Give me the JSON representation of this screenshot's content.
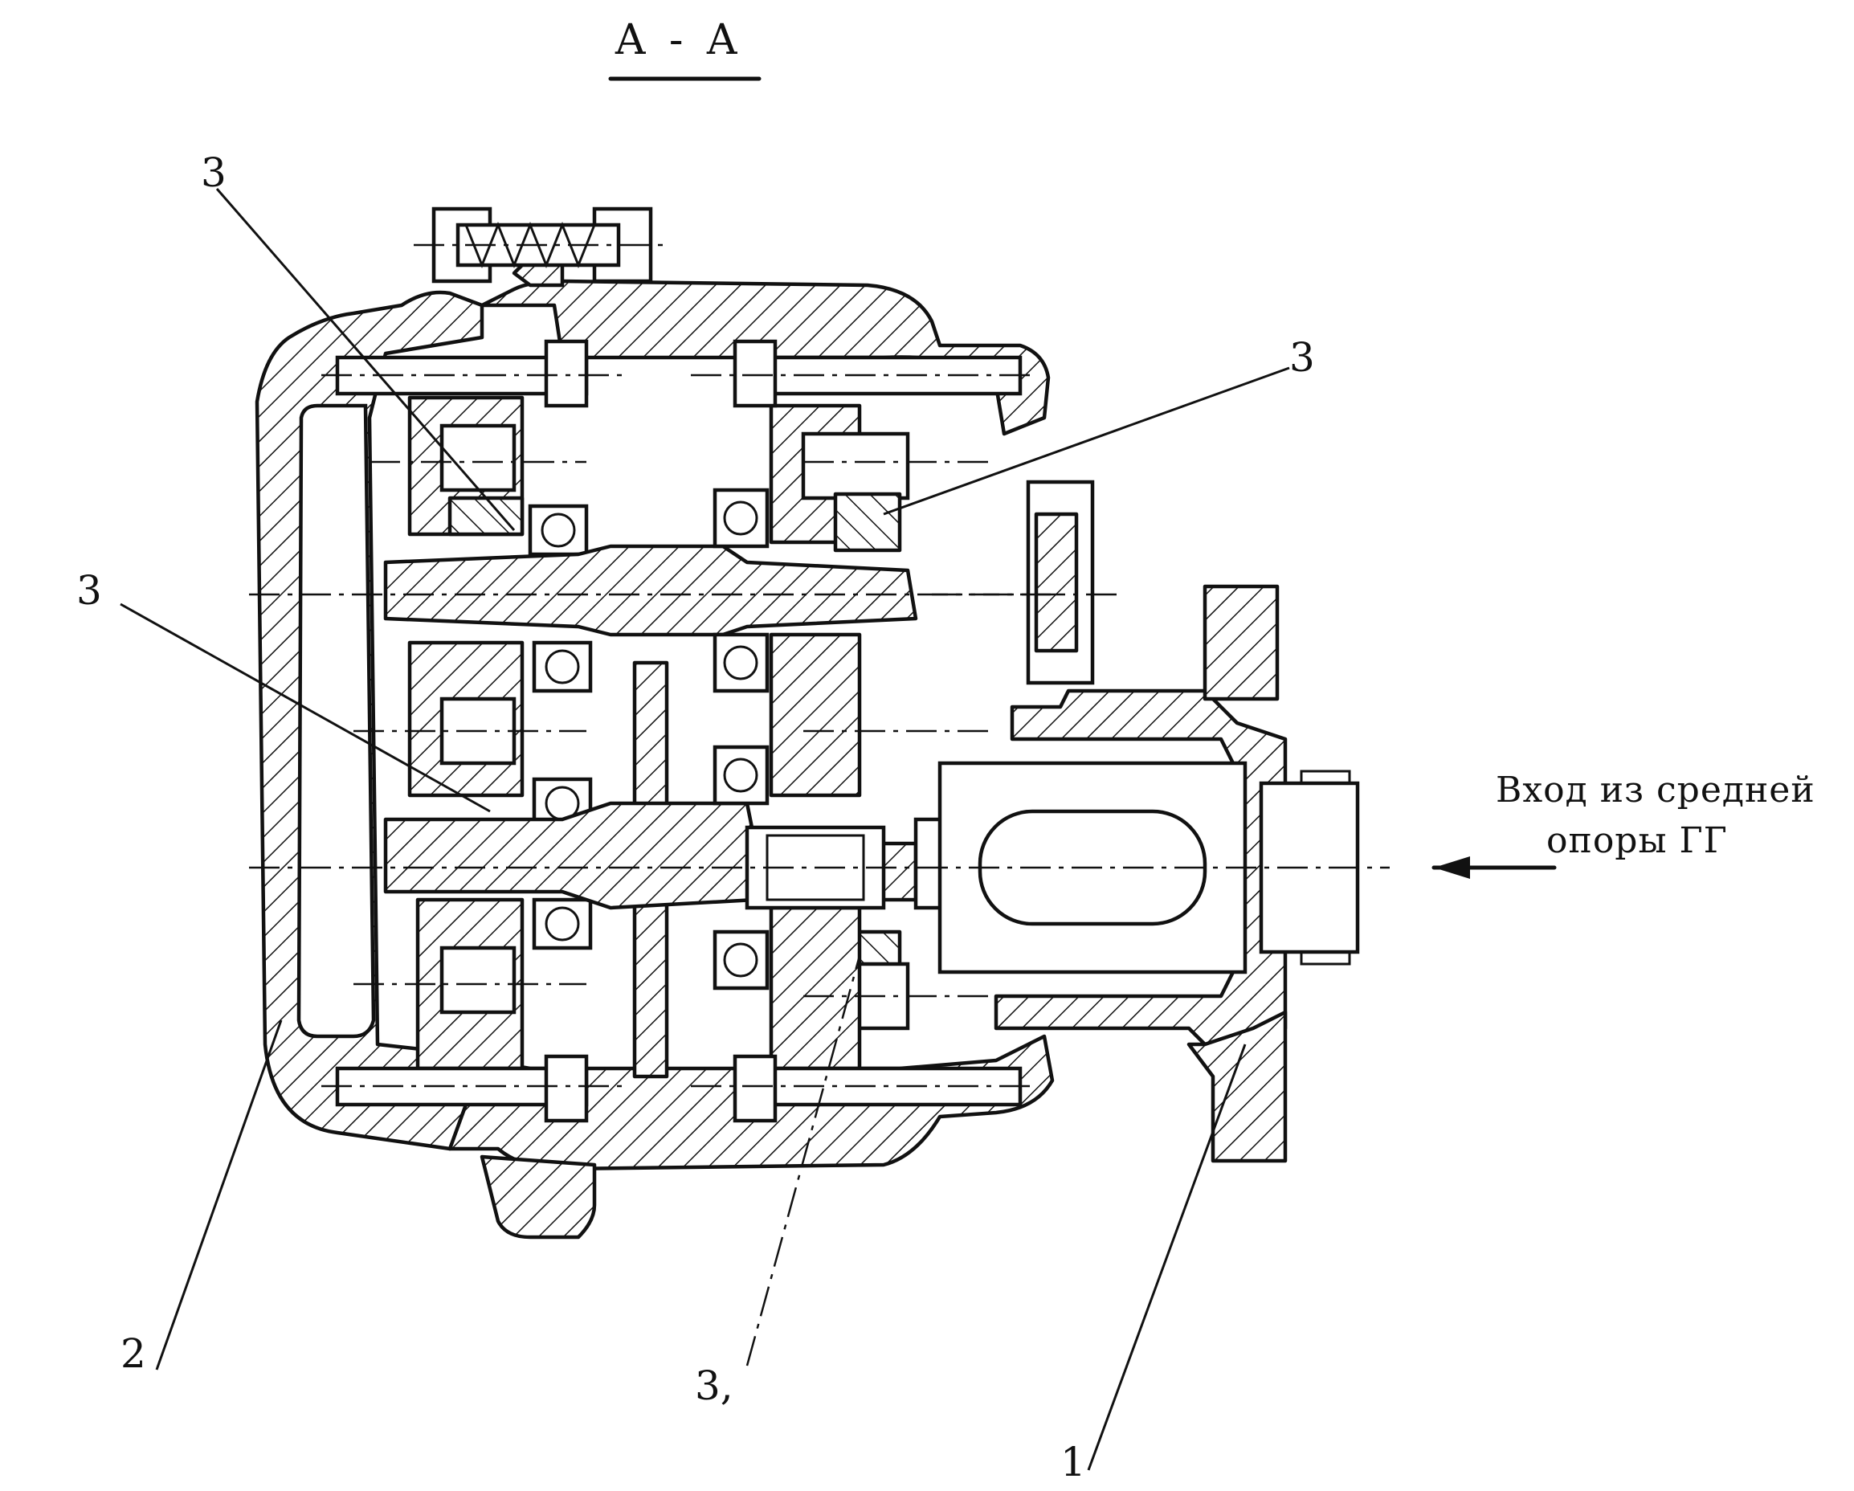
{
  "section_title": "А - А",
  "callouts": {
    "c3_top_left": "3",
    "c3_top_right": "3",
    "c3_mid_left": "3",
    "c3_bottom": "3,",
    "c2_bottom_left": "2",
    "c1_bottom_right": "1"
  },
  "input_note": {
    "line1": "Вход  из средней",
    "line2": "опоры ГГ"
  }
}
